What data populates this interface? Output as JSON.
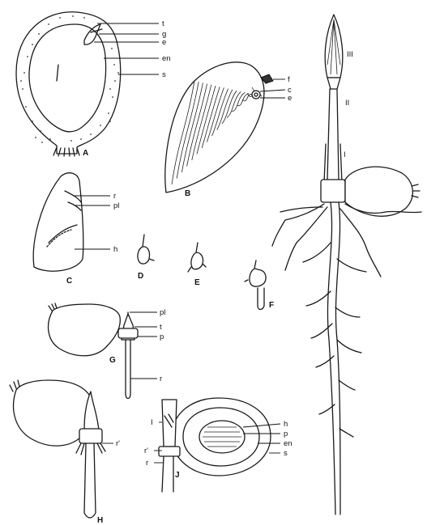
{
  "panels": {
    "A": {
      "panel_label": "A",
      "labels": {
        "t": "t",
        "g": "g",
        "e": "e",
        "en": "en",
        "s": "s"
      }
    },
    "B": {
      "panel_label": "B",
      "labels": {
        "f": "f",
        "c": "c",
        "e": "e"
      }
    },
    "C": {
      "panel_label": "C",
      "labels": {
        "r": "r",
        "pl": "pl",
        "h": "h"
      }
    },
    "D": {
      "panel_label": "D"
    },
    "E": {
      "panel_label": "E"
    },
    "F": {
      "panel_label": "F"
    },
    "G": {
      "panel_label": "G",
      "labels": {
        "pl": "pl",
        "t": "t",
        "p": "p",
        "r": "r"
      }
    },
    "H": {
      "panel_label": "H",
      "labels": {
        "r1": "r'"
      }
    },
    "I": {
      "labels": {
        "III": "III",
        "II": "II",
        "I": "I"
      }
    },
    "J": {
      "panel_label": "J",
      "labels": {
        "I": "I",
        "r1": "r'",
        "r": "r",
        "h": "h",
        "p": "p",
        "en": "en",
        "s": "s"
      }
    }
  }
}
